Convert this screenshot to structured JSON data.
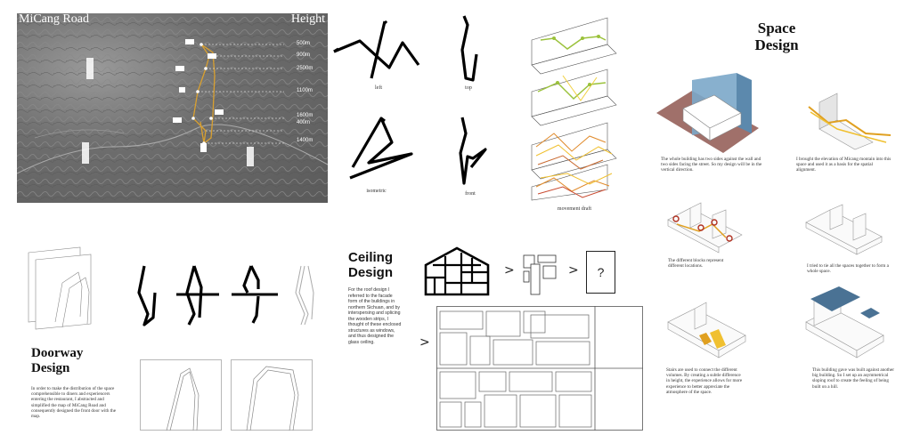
{
  "map": {
    "title": "MiCang Road",
    "height_label": "Height",
    "altitudes": [
      "500m",
      "900m",
      "2500m",
      "1100m",
      "1600m",
      "400m",
      "1400m"
    ]
  },
  "path_views": {
    "left": "left",
    "top": "top",
    "isometric": "isometric",
    "front": "front",
    "movement": "movement draft"
  },
  "space_design": {
    "title_line1": "Space",
    "title_line2": "Design",
    "captions": [
      "The whole building has two sides against the wall and two sides facing the street. So my design will be in the vertical direction.",
      "I brought the elevation of Micang montain into this space and used it as a basis for the spatial alignment.",
      "The different blocks represent different locations.",
      "I tried to tie all the spaces together to form a whole space.",
      "Stairs are used to connect the different volumes. By creating a subtle difference in height, the experience allows for more experience to better appreciate the atmosphere of the space.",
      "This building gave was built against another big building. So I set up an asymmetrical sloping roof to create the feeling of being built on a hill."
    ]
  },
  "ceiling_design": {
    "title_line1": "Ceiling",
    "title_line2": "Design",
    "text": "For the roof design I referred to the facade form of the buildings in northern Sichuan, and by interspersing and splicing the wooden strips, I thought of these enclosed structures as windows, and thus designed the glass ceiling.",
    "arrow1": ">",
    "arrow2": ">",
    "arrow3": ">",
    "question": "?"
  },
  "doorway_design": {
    "title_line1": "Doorway",
    "title_line2": "Design",
    "text": "In order to make the distribution of the space comprehensible to diners and experiencers entering the restaurant, I abstracted and simplified the map of MiCang Road and consequently designed the front door with the map."
  },
  "colors": {
    "route": "#d9a030",
    "green": "#9bc23c",
    "blue": "#7ba7c9",
    "roof": "#4a7294",
    "floor": "#a0706a"
  }
}
